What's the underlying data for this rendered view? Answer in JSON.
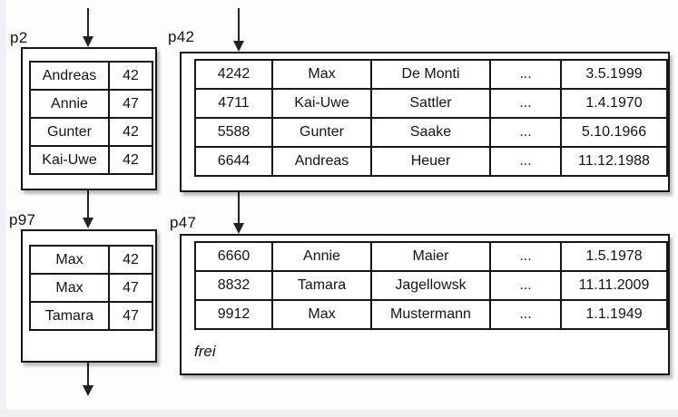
{
  "canvas": {
    "background_color": "#fdfdfd",
    "edge_strip_color": "#f1f2f3",
    "line_color": "#161616"
  },
  "icons": {
    "arrow_down": "filled-triangle-down-arrow"
  },
  "pages": {
    "p2": {
      "label": "p2",
      "rows": [
        [
          "Andreas",
          "42"
        ],
        [
          "Annie",
          "47"
        ],
        [
          "Gunter",
          "42"
        ],
        [
          "Kai-Uwe",
          "42"
        ]
      ]
    },
    "p42": {
      "label": "p42",
      "rows": [
        [
          "4242",
          "Max",
          "De Monti",
          "...",
          "3.5.1999"
        ],
        [
          "4711",
          "Kai-Uwe",
          "Sattler",
          "...",
          "1.4.1970"
        ],
        [
          "5588",
          "Gunter",
          "Saake",
          "...",
          "5.10.1966"
        ],
        [
          "6644",
          "Andreas",
          "Heuer",
          "...",
          "11.12.1988"
        ]
      ]
    },
    "p97": {
      "label": "p97",
      "rows": [
        [
          "Max",
          "42"
        ],
        [
          "Max",
          "47"
        ],
        [
          "Tamara",
          "47"
        ]
      ]
    },
    "p47": {
      "label": "p47",
      "rows": [
        [
          "6660",
          "Annie",
          "Maier",
          "...",
          "1.5.1978"
        ],
        [
          "8832",
          "Tamara",
          "Jagellowsk",
          "...",
          "11.11.2009"
        ],
        [
          "9912",
          "Max",
          "Mustermann",
          "...",
          "1.1.1949"
        ]
      ],
      "free_label": "frei"
    }
  }
}
